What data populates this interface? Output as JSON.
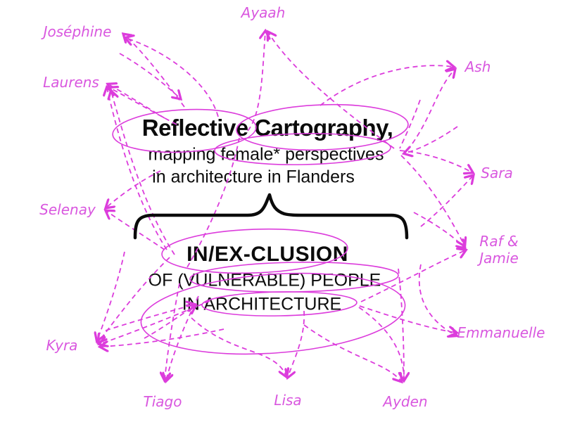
{
  "colors": {
    "accent": "#DC3CDC",
    "name_text": "#D957DF",
    "heading_text": "#0B0B0B",
    "background": "#FFFFFF"
  },
  "concept_top": {
    "line1": "Reflective Cartography,",
    "line2": "mapping female* perspectives",
    "line3": "in architecture in Flanders"
  },
  "concept_bottom": {
    "line1": "IN/EX-CLUSION",
    "line2": "OF (VULNERABLE) PEOPLE",
    "line3": "IN ARCHITECTURE"
  },
  "names": [
    {
      "label": "Joséphine"
    },
    {
      "label": "Ayaah"
    },
    {
      "label": "Ash"
    },
    {
      "label": "Laurens"
    },
    {
      "label": "Sara"
    },
    {
      "label": "Selenay"
    },
    {
      "label": "Raf & Jamie"
    },
    {
      "label": "Emmanuelle"
    },
    {
      "label": "Kyra"
    },
    {
      "label": "Tiago"
    },
    {
      "label": "Lisa"
    },
    {
      "label": "Ayden"
    }
  ]
}
